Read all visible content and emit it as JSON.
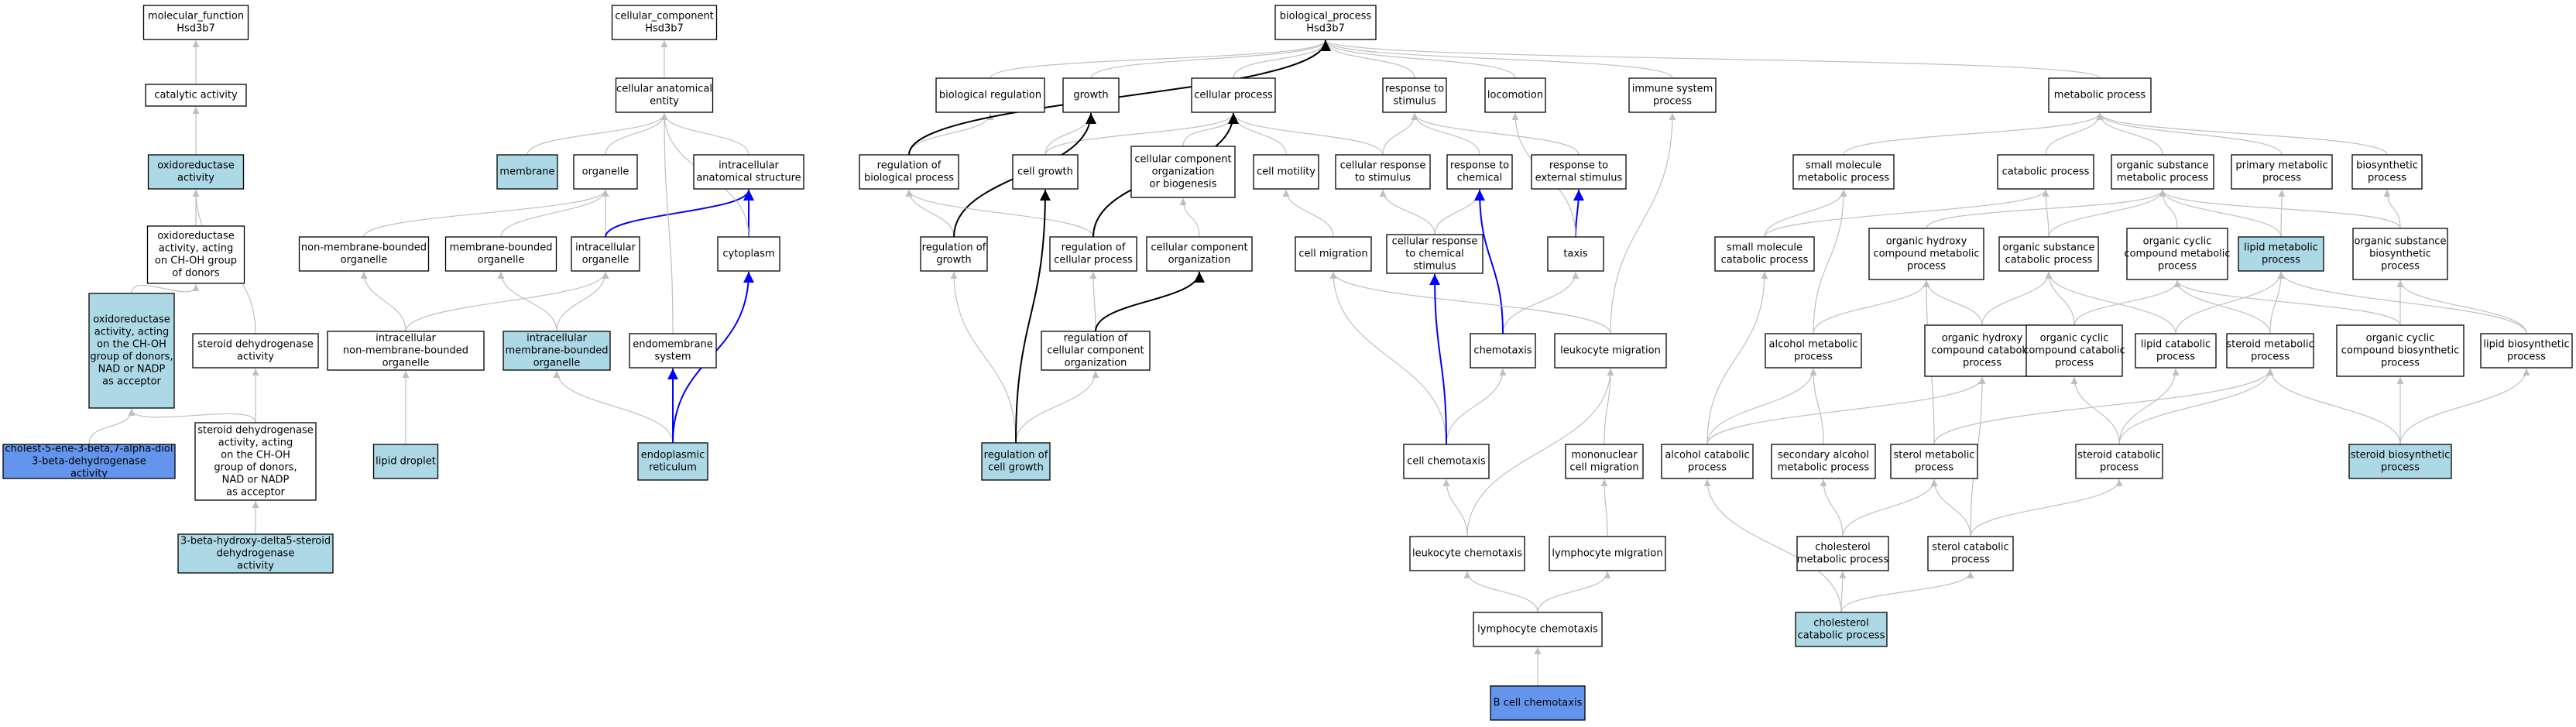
{
  "colors": {
    "plain": "#ffffff",
    "light": "#add8e6",
    "strong": "#6495ed",
    "edge_default": "#bfbfbf",
    "edge_black": "#000000",
    "edge_blue": "#0000ff"
  },
  "nodes": [
    {
      "id": "mf",
      "lines": [
        "molecular_function",
        "Hsd3b7"
      ],
      "fill": "plain"
    },
    {
      "id": "cat",
      "lines": [
        "catalytic activity"
      ],
      "fill": "plain"
    },
    {
      "id": "oxred",
      "lines": [
        "oxidoreductase",
        "activity"
      ],
      "fill": "light"
    },
    {
      "id": "oxred_choh",
      "lines": [
        "oxidoreductase",
        "activity, acting",
        "on CH-OH group",
        "of donors"
      ],
      "fill": "plain"
    },
    {
      "id": "oxred_nad",
      "lines": [
        "oxidoreductase",
        "activity, acting",
        "on the CH-OH",
        "group of donors,",
        "NAD or NADP",
        "as acceptor"
      ],
      "fill": "light"
    },
    {
      "id": "cholest",
      "lines": [
        "cholest-5-ene-3-beta,7-alpha-diol",
        "3-beta-dehydrogenase",
        "activity"
      ],
      "fill": "strong"
    },
    {
      "id": "sdh",
      "lines": [
        "steroid dehydrogenase",
        "activity"
      ],
      "fill": "plain"
    },
    {
      "id": "sdh_nad",
      "lines": [
        "steroid dehydrogenase",
        "activity, acting",
        "on the CH-OH",
        "group of donors,",
        "NAD or NADP",
        "as acceptor"
      ],
      "fill": "plain"
    },
    {
      "id": "hsd3b",
      "lines": [
        "3-beta-hydroxy-delta5-steroid",
        "dehydrogenase",
        "activity"
      ],
      "fill": "light"
    },
    {
      "id": "cc",
      "lines": [
        "cellular_component",
        "Hsd3b7"
      ],
      "fill": "plain"
    },
    {
      "id": "cae",
      "lines": [
        "cellular anatomical",
        "entity"
      ],
      "fill": "plain"
    },
    {
      "id": "membrane",
      "lines": [
        "membrane"
      ],
      "fill": "light"
    },
    {
      "id": "organelle",
      "lines": [
        "organelle"
      ],
      "fill": "plain"
    },
    {
      "id": "ias",
      "lines": [
        "intracellular",
        "anatomical structure"
      ],
      "fill": "plain"
    },
    {
      "id": "nmbo",
      "lines": [
        "non-membrane-bounded",
        "organelle"
      ],
      "fill": "plain"
    },
    {
      "id": "mbo",
      "lines": [
        "membrane-bounded",
        "organelle"
      ],
      "fill": "plain"
    },
    {
      "id": "io",
      "lines": [
        "intracellular",
        "organelle"
      ],
      "fill": "plain"
    },
    {
      "id": "cyto",
      "lines": [
        "cytoplasm"
      ],
      "fill": "plain"
    },
    {
      "id": "inmbo",
      "lines": [
        "intracellular",
        "non-membrane-bounded",
        "organelle"
      ],
      "fill": "plain"
    },
    {
      "id": "imbo",
      "lines": [
        "intracellular",
        "membrane-bounded",
        "organelle"
      ],
      "fill": "light"
    },
    {
      "id": "endomem",
      "lines": [
        "endomembrane",
        "system"
      ],
      "fill": "plain"
    },
    {
      "id": "lipid_droplet",
      "lines": [
        "lipid droplet"
      ],
      "fill": "light"
    },
    {
      "id": "er",
      "lines": [
        "endoplasmic",
        "reticulum"
      ],
      "fill": "light"
    },
    {
      "id": "bp",
      "lines": [
        "biological_process",
        "Hsd3b7"
      ],
      "fill": "plain"
    },
    {
      "id": "bioreg",
      "lines": [
        "biological regulation"
      ],
      "fill": "plain"
    },
    {
      "id": "growth",
      "lines": [
        "growth"
      ],
      "fill": "plain"
    },
    {
      "id": "cellproc",
      "lines": [
        "cellular process"
      ],
      "fill": "plain"
    },
    {
      "id": "rts",
      "lines": [
        "response to",
        "stimulus"
      ],
      "fill": "plain"
    },
    {
      "id": "locomotion",
      "lines": [
        "locomotion"
      ],
      "fill": "plain"
    },
    {
      "id": "immune",
      "lines": [
        "immune system",
        "process"
      ],
      "fill": "plain"
    },
    {
      "id": "metab",
      "lines": [
        "metabolic process"
      ],
      "fill": "plain"
    },
    {
      "id": "rbp",
      "lines": [
        "regulation of",
        "biological process"
      ],
      "fill": "plain"
    },
    {
      "id": "cellgrowth",
      "lines": [
        "cell growth"
      ],
      "fill": "plain"
    },
    {
      "id": "ccob",
      "lines": [
        "cellular component",
        "organization",
        "or biogenesis"
      ],
      "fill": "plain"
    },
    {
      "id": "cellmot",
      "lines": [
        "cell motility"
      ],
      "fill": "plain"
    },
    {
      "id": "crts",
      "lines": [
        "cellular response",
        "to stimulus"
      ],
      "fill": "plain"
    },
    {
      "id": "rtc",
      "lines": [
        "response to",
        "chemical"
      ],
      "fill": "plain"
    },
    {
      "id": "rtes",
      "lines": [
        "response to",
        "external stimulus"
      ],
      "fill": "plain"
    },
    {
      "id": "regg",
      "lines": [
        "regulation of",
        "growth"
      ],
      "fill": "plain"
    },
    {
      "id": "rcp",
      "lines": [
        "regulation of",
        "cellular process"
      ],
      "fill": "plain"
    },
    {
      "id": "cco",
      "lines": [
        "cellular component",
        "organization"
      ],
      "fill": "plain"
    },
    {
      "id": "cellmig",
      "lines": [
        "cell migration"
      ],
      "fill": "plain"
    },
    {
      "id": "crtc",
      "lines": [
        "cellular response",
        "to chemical",
        "stimulus"
      ],
      "fill": "plain"
    },
    {
      "id": "taxis",
      "lines": [
        "taxis"
      ],
      "fill": "plain"
    },
    {
      "id": "rcco",
      "lines": [
        "regulation of",
        "cellular component",
        "organization"
      ],
      "fill": "plain"
    },
    {
      "id": "chemotaxis",
      "lines": [
        "chemotaxis"
      ],
      "fill": "plain"
    },
    {
      "id": "leukmig",
      "lines": [
        "leukocyte migration"
      ],
      "fill": "plain"
    },
    {
      "id": "rcg",
      "lines": [
        "regulation of",
        "cell growth"
      ],
      "fill": "light"
    },
    {
      "id": "cellchemo",
      "lines": [
        "cell chemotaxis"
      ],
      "fill": "plain"
    },
    {
      "id": "mononuc",
      "lines": [
        "mononuclear",
        "cell migration"
      ],
      "fill": "plain"
    },
    {
      "id": "leukchemo",
      "lines": [
        "leukocyte chemotaxis"
      ],
      "fill": "plain"
    },
    {
      "id": "lymphmig",
      "lines": [
        "lymphocyte migration"
      ],
      "fill": "plain"
    },
    {
      "id": "lymphchemo",
      "lines": [
        "lymphocyte chemotaxis"
      ],
      "fill": "plain"
    },
    {
      "id": "bcell",
      "lines": [
        "B cell chemotaxis"
      ],
      "fill": "strong"
    },
    {
      "id": "smmp",
      "lines": [
        "small molecule",
        "metabolic process"
      ],
      "fill": "plain"
    },
    {
      "id": "catab",
      "lines": [
        "catabolic process"
      ],
      "fill": "plain"
    },
    {
      "id": "osmp",
      "lines": [
        "organic substance",
        "metabolic process"
      ],
      "fill": "plain"
    },
    {
      "id": "primary",
      "lines": [
        "primary metabolic",
        "process"
      ],
      "fill": "plain"
    },
    {
      "id": "biosyn",
      "lines": [
        "biosynthetic",
        "process"
      ],
      "fill": "plain"
    },
    {
      "id": "smcp",
      "lines": [
        "small molecule",
        "catabolic process"
      ],
      "fill": "plain"
    },
    {
      "id": "ohcmp",
      "lines": [
        "organic hydroxy",
        "compound metabolic",
        "process"
      ],
      "fill": "plain"
    },
    {
      "id": "oscp",
      "lines": [
        "organic substance",
        "catabolic process"
      ],
      "fill": "plain"
    },
    {
      "id": "occmp",
      "lines": [
        "organic cyclic",
        "compound metabolic",
        "process"
      ],
      "fill": "plain"
    },
    {
      "id": "lipmp",
      "lines": [
        "lipid metabolic",
        "process"
      ],
      "fill": "light"
    },
    {
      "id": "osbp",
      "lines": [
        "organic substance",
        "biosynthetic",
        "process"
      ],
      "fill": "plain"
    },
    {
      "id": "alcmp",
      "lines": [
        "alcohol metabolic",
        "process"
      ],
      "fill": "plain"
    },
    {
      "id": "ohccp",
      "lines": [
        "organic hydroxy",
        "compound catabolic",
        "process"
      ],
      "fill": "plain"
    },
    {
      "id": "occcp",
      "lines": [
        "organic cyclic",
        "compound catabolic",
        "process"
      ],
      "fill": "plain"
    },
    {
      "id": "lipcp",
      "lines": [
        "lipid catabolic",
        "process"
      ],
      "fill": "plain"
    },
    {
      "id": "stermp",
      "lines": [
        "steroid metabolic",
        "process"
      ],
      "fill": "plain"
    },
    {
      "id": "occbp",
      "lines": [
        "organic cyclic",
        "compound biosynthetic",
        "process"
      ],
      "fill": "plain"
    },
    {
      "id": "lipbp",
      "lines": [
        "lipid biosynthetic",
        "process"
      ],
      "fill": "plain"
    },
    {
      "id": "alccp",
      "lines": [
        "alcohol catabolic",
        "process"
      ],
      "fill": "plain"
    },
    {
      "id": "secalc",
      "lines": [
        "secondary alcohol",
        "metabolic process"
      ],
      "fill": "plain"
    },
    {
      "id": "sterolmp",
      "lines": [
        "sterol metabolic",
        "process"
      ],
      "fill": "plain"
    },
    {
      "id": "stercp",
      "lines": [
        "steroid catabolic",
        "process"
      ],
      "fill": "plain"
    },
    {
      "id": "sterbp",
      "lines": [
        "steroid biosynthetic",
        "process"
      ],
      "fill": "light"
    },
    {
      "id": "cholmp",
      "lines": [
        "cholesterol",
        "metabolic process"
      ],
      "fill": "plain"
    },
    {
      "id": "sterolcp",
      "lines": [
        "sterol catabolic",
        "process"
      ],
      "fill": "plain"
    },
    {
      "id": "cholcp",
      "lines": [
        "cholesterol",
        "catabolic process"
      ],
      "fill": "light"
    }
  ],
  "edges": [
    {
      "from": "cat",
      "to": "mf"
    },
    {
      "from": "oxred",
      "to": "cat"
    },
    {
      "from": "oxred_choh",
      "to": "oxred"
    },
    {
      "from": "oxred_nad",
      "to": "oxred_choh"
    },
    {
      "from": "cholest",
      "to": "oxred_nad"
    },
    {
      "from": "sdh",
      "to": "oxred"
    },
    {
      "from": "sdh_nad",
      "to": "sdh"
    },
    {
      "from": "sdh_nad",
      "to": "oxred_nad"
    },
    {
      "from": "hsd3b",
      "to": "sdh_nad"
    },
    {
      "from": "cae",
      "to": "cc"
    },
    {
      "from": "membrane",
      "to": "cae"
    },
    {
      "from": "organelle",
      "to": "cae"
    },
    {
      "from": "ias",
      "to": "cae"
    },
    {
      "from": "nmbo",
      "to": "organelle"
    },
    {
      "from": "mbo",
      "to": "organelle"
    },
    {
      "from": "io",
      "to": "organelle"
    },
    {
      "from": "io",
      "to": "ias",
      "color": "edge_blue"
    },
    {
      "from": "cyto",
      "to": "ias",
      "color": "edge_blue"
    },
    {
      "from": "cyto",
      "to": "cae"
    },
    {
      "from": "inmbo",
      "to": "nmbo"
    },
    {
      "from": "inmbo",
      "to": "io"
    },
    {
      "from": "imbo",
      "to": "mbo"
    },
    {
      "from": "imbo",
      "to": "io"
    },
    {
      "from": "endomem",
      "to": "cae"
    },
    {
      "from": "lipid_droplet",
      "to": "inmbo"
    },
    {
      "from": "er",
      "to": "imbo"
    },
    {
      "from": "er",
      "to": "endomem",
      "color": "edge_blue"
    },
    {
      "from": "er",
      "to": "cyto",
      "color": "edge_blue"
    },
    {
      "from": "bioreg",
      "to": "bp"
    },
    {
      "from": "growth",
      "to": "bp"
    },
    {
      "from": "cellproc",
      "to": "bp"
    },
    {
      "from": "rts",
      "to": "bp"
    },
    {
      "from": "locomotion",
      "to": "bp"
    },
    {
      "from": "immune",
      "to": "bp"
    },
    {
      "from": "metab",
      "to": "bp"
    },
    {
      "from": "rbp",
      "to": "bioreg"
    },
    {
      "from": "rbp",
      "to": "bp",
      "color": "edge_black"
    },
    {
      "from": "cellgrowth",
      "to": "growth"
    },
    {
      "from": "cellgrowth",
      "to": "cellproc"
    },
    {
      "from": "ccob",
      "to": "cellproc"
    },
    {
      "from": "cellmot",
      "to": "cellproc"
    },
    {
      "from": "crts",
      "to": "rts"
    },
    {
      "from": "crts",
      "to": "cellproc"
    },
    {
      "from": "rtc",
      "to": "rts"
    },
    {
      "from": "rtes",
      "to": "rts"
    },
    {
      "from": "regg",
      "to": "rbp"
    },
    {
      "from": "regg",
      "to": "growth",
      "color": "edge_black"
    },
    {
      "from": "rcp",
      "to": "rbp"
    },
    {
      "from": "rcp",
      "to": "cellproc",
      "color": "edge_black"
    },
    {
      "from": "cco",
      "to": "ccob"
    },
    {
      "from": "cellmig",
      "to": "cellmot"
    },
    {
      "from": "crtc",
      "to": "crts"
    },
    {
      "from": "crtc",
      "to": "rtc"
    },
    {
      "from": "taxis",
      "to": "rtes",
      "color": "edge_blue"
    },
    {
      "from": "taxis",
      "to": "locomotion"
    },
    {
      "from": "rcco",
      "to": "rcp"
    },
    {
      "from": "rcco",
      "to": "cco",
      "color": "edge_black"
    },
    {
      "from": "chemotaxis",
      "to": "taxis"
    },
    {
      "from": "chemotaxis",
      "to": "rtc",
      "color": "edge_blue"
    },
    {
      "from": "leukmig",
      "to": "cellmig"
    },
    {
      "from": "leukmig",
      "to": "immune"
    },
    {
      "from": "rcg",
      "to": "regg"
    },
    {
      "from": "rcg",
      "to": "rcco"
    },
    {
      "from": "rcg",
      "to": "cellgrowth",
      "color": "edge_black"
    },
    {
      "from": "cellchemo",
      "to": "chemotaxis"
    },
    {
      "from": "cellchemo",
      "to": "cellmig"
    },
    {
      "from": "cellchemo",
      "to": "crtc",
      "color": "edge_blue"
    },
    {
      "from": "mononuc",
      "to": "leukmig"
    },
    {
      "from": "leukchemo",
      "to": "cellchemo"
    },
    {
      "from": "leukchemo",
      "to": "leukmig"
    },
    {
      "from": "lymphmig",
      "to": "mononuc"
    },
    {
      "from": "lymphchemo",
      "to": "leukchemo"
    },
    {
      "from": "lymphchemo",
      "to": "lymphmig"
    },
    {
      "from": "bcell",
      "to": "lymphchemo"
    },
    {
      "from": "smmp",
      "to": "metab"
    },
    {
      "from": "catab",
      "to": "metab"
    },
    {
      "from": "osmp",
      "to": "metab"
    },
    {
      "from": "primary",
      "to": "metab"
    },
    {
      "from": "biosyn",
      "to": "metab"
    },
    {
      "from": "smcp",
      "to": "smmp"
    },
    {
      "from": "smcp",
      "to": "catab"
    },
    {
      "from": "ohcmp",
      "to": "osmp"
    },
    {
      "from": "oscp",
      "to": "osmp"
    },
    {
      "from": "oscp",
      "to": "catab"
    },
    {
      "from": "occmp",
      "to": "osmp"
    },
    {
      "from": "lipmp",
      "to": "primary"
    },
    {
      "from": "lipmp",
      "to": "osmp"
    },
    {
      "from": "osbp",
      "to": "osmp"
    },
    {
      "from": "osbp",
      "to": "biosyn"
    },
    {
      "from": "alcmp",
      "to": "ohcmp"
    },
    {
      "from": "alcmp",
      "to": "smmp"
    },
    {
      "from": "ohccp",
      "to": "ohcmp"
    },
    {
      "from": "ohccp",
      "to": "oscp"
    },
    {
      "from": "occcp",
      "to": "oscp"
    },
    {
      "from": "occcp",
      "to": "occmp"
    },
    {
      "from": "lipcp",
      "to": "lipmp"
    },
    {
      "from": "lipcp",
      "to": "oscp"
    },
    {
      "from": "stermp",
      "to": "lipmp"
    },
    {
      "from": "stermp",
      "to": "occmp"
    },
    {
      "from": "occbp",
      "to": "occmp"
    },
    {
      "from": "occbp",
      "to": "osbp"
    },
    {
      "from": "lipbp",
      "to": "lipmp"
    },
    {
      "from": "lipbp",
      "to": "osbp"
    },
    {
      "from": "alccp",
      "to": "alcmp"
    },
    {
      "from": "alccp",
      "to": "ohccp"
    },
    {
      "from": "alccp",
      "to": "smcp"
    },
    {
      "from": "secalc",
      "to": "alcmp"
    },
    {
      "from": "sterolmp",
      "to": "stermp"
    },
    {
      "from": "sterolmp",
      "to": "ohcmp"
    },
    {
      "from": "stercp",
      "to": "stermp"
    },
    {
      "from": "stercp",
      "to": "lipcp"
    },
    {
      "from": "stercp",
      "to": "occcp"
    },
    {
      "from": "sterbp",
      "to": "stermp"
    },
    {
      "from": "sterbp",
      "to": "occbp"
    },
    {
      "from": "sterbp",
      "to": "lipbp"
    },
    {
      "from": "cholmp",
      "to": "sterolmp"
    },
    {
      "from": "cholmp",
      "to": "secalc"
    },
    {
      "from": "sterolcp",
      "to": "sterolmp"
    },
    {
      "from": "sterolcp",
      "to": "stercp"
    },
    {
      "from": "sterolcp",
      "to": "ohccp"
    },
    {
      "from": "cholcp",
      "to": "cholmp"
    },
    {
      "from": "cholcp",
      "to": "sterolcp"
    },
    {
      "from": "cholcp",
      "to": "alccp"
    }
  ]
}
